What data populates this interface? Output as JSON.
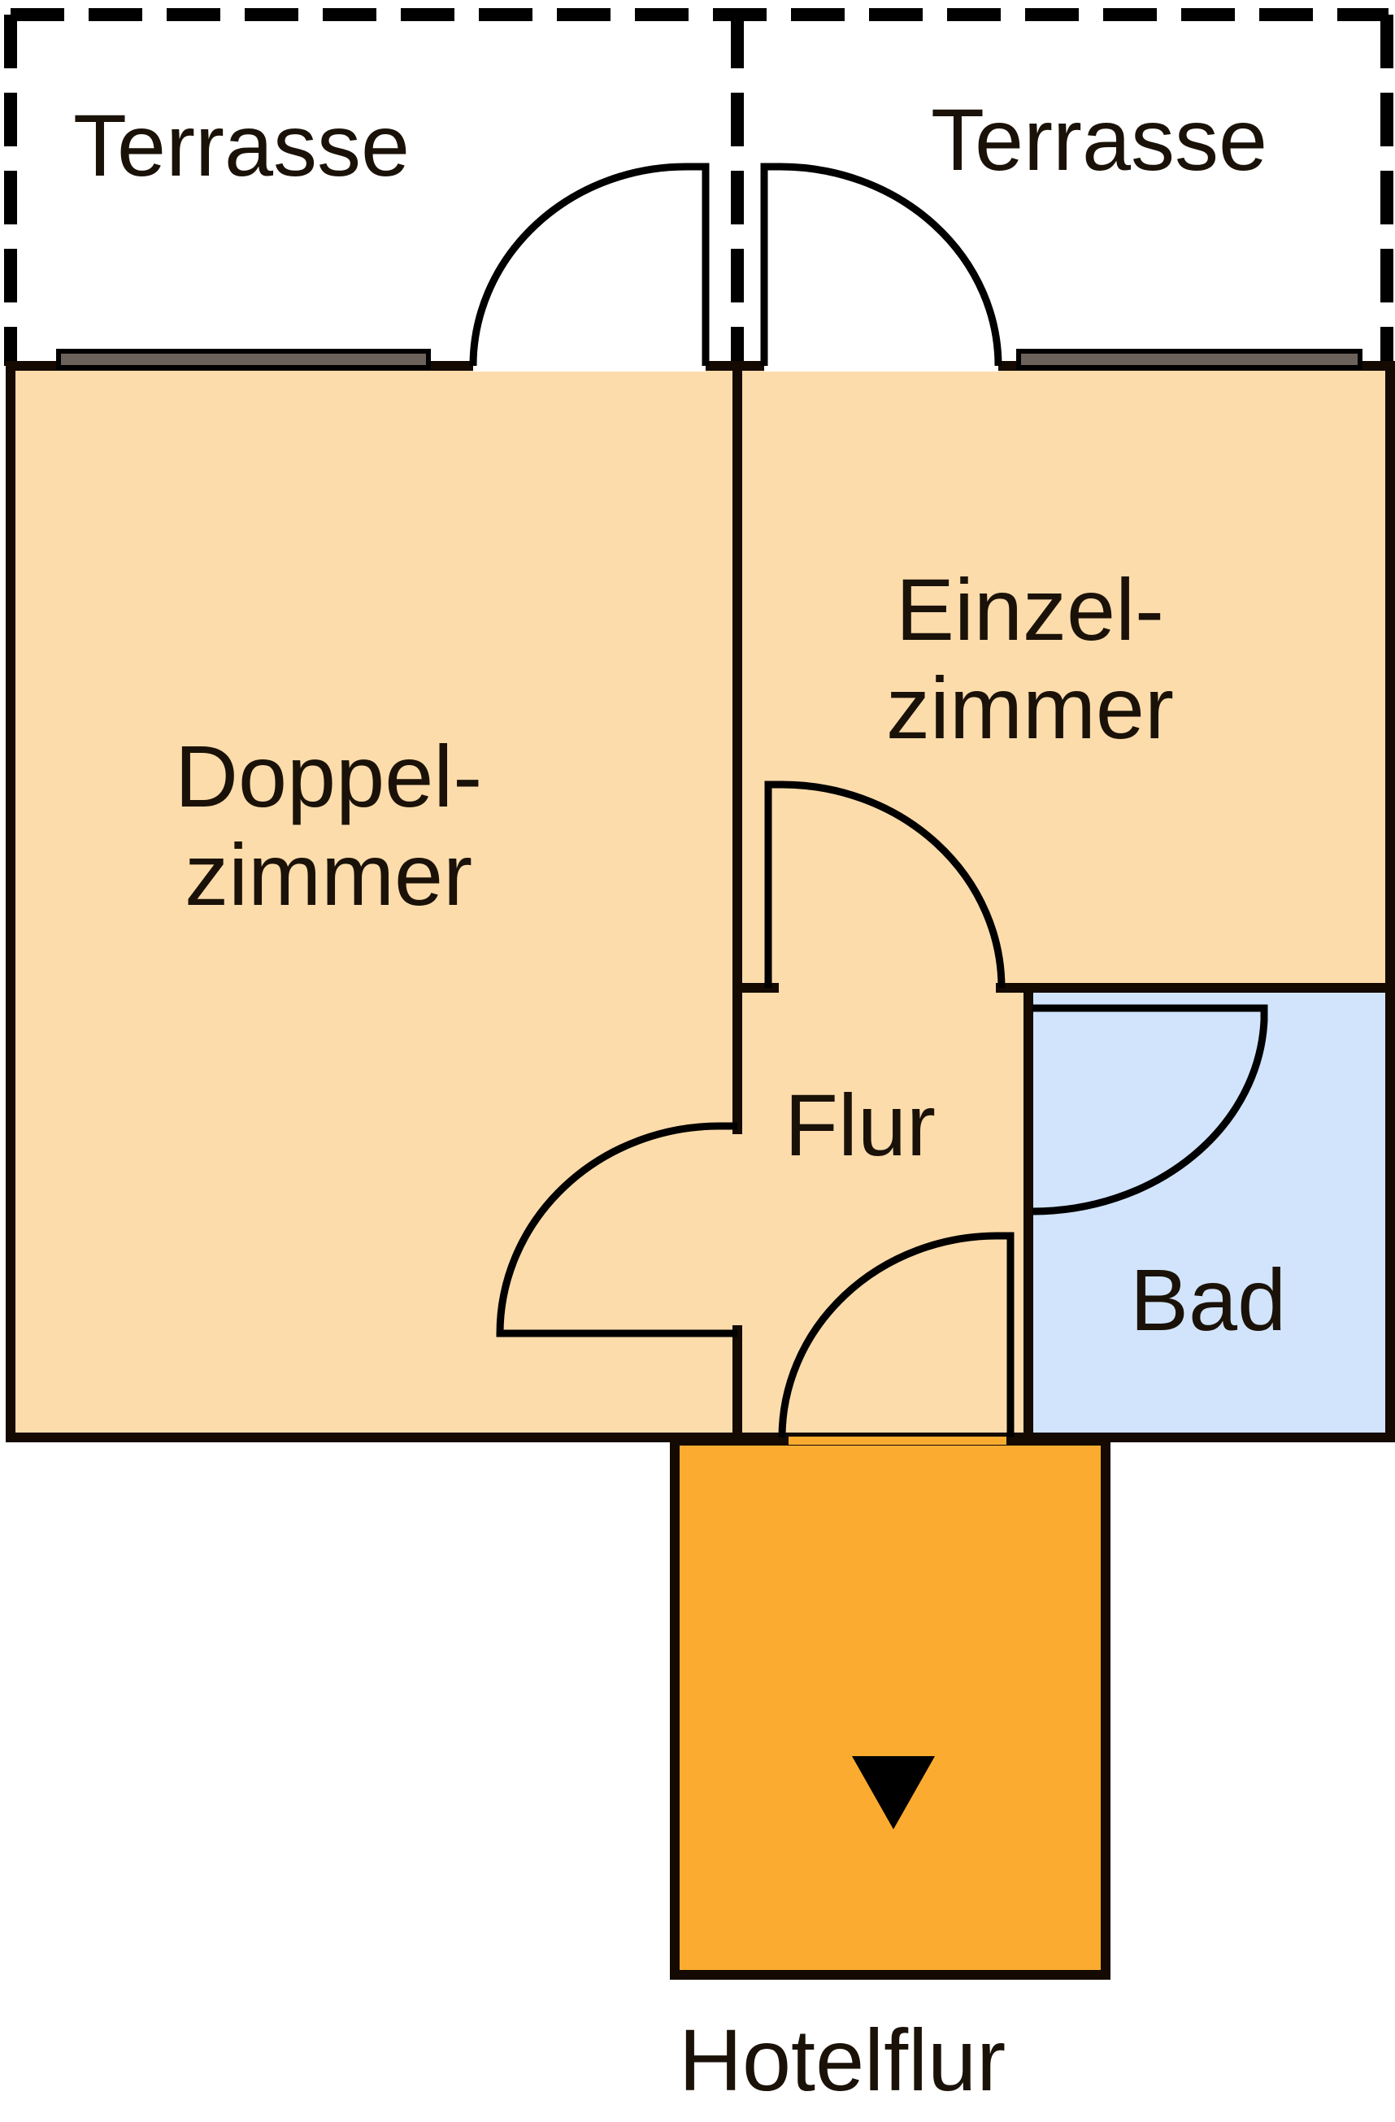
{
  "diagram": {
    "type": "floor-plan",
    "rooms": [
      {
        "id": "terrasse-left",
        "label": "Terrasse",
        "fill": "#ffffff",
        "outline": "dashed"
      },
      {
        "id": "terrasse-right",
        "label": "Terrasse",
        "fill": "#ffffff",
        "outline": "dashed"
      },
      {
        "id": "doppelzimmer",
        "label": "Doppel-\nzimmer",
        "fill": "#fddcab"
      },
      {
        "id": "einzelzimmer",
        "label": "Einzel-\nzimmer",
        "fill": "#fddcab"
      },
      {
        "id": "flur",
        "label": "Flur",
        "fill": "#fddcab"
      },
      {
        "id": "bad",
        "label": "Bad",
        "fill": "#d2e4fb"
      },
      {
        "id": "hotelflur",
        "label": "Hotelflur",
        "fill": "#fbac30"
      }
    ],
    "labels": {
      "terrasse_left": "Terrasse",
      "terrasse_right": "Terrasse",
      "doppelzimmer": "Doppel-\nzimmer",
      "einzelzimmer": "Einzel-\nzimmer",
      "flur": "Flur",
      "bad": "Bad",
      "hotelflur": "Hotelflur"
    },
    "colors": {
      "room": "#fddcab",
      "bath": "#d2e4fb",
      "hallway": "#fbac30",
      "wall": "#140a02",
      "window": "#6b625c"
    },
    "entrance_marker": "down-triangle-icon"
  }
}
